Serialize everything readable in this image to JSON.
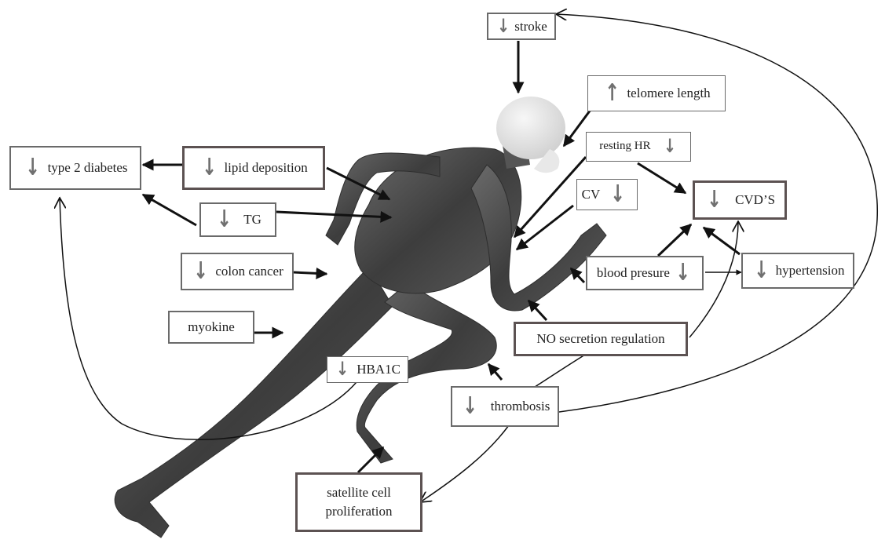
{
  "labels": {
    "stroke": "stroke",
    "telomere": "telomere length",
    "resting_hr": "resting HR",
    "type2": "type 2 diabetes",
    "lipid": "lipid deposition",
    "tg": "TG",
    "cv": "CV",
    "cvds": "CVD’S",
    "colon": "colon cancer",
    "blood_pressure": "blood presure",
    "hypertension": "hypertension",
    "myokine": "myokine",
    "no_secretion": "NO secretion regulation",
    "hba1c": "HBA1C",
    "thrombosis": "thrombosis",
    "satellite_line1": "satellite cell",
    "satellite_line2": "proliferation"
  },
  "directions": {
    "stroke": "↓",
    "telomere": "↑",
    "resting_hr": "↓",
    "type2": "↓",
    "lipid": "↓",
    "tg": "↓",
    "cv": "↓",
    "cvds": "↓",
    "colon": "↓",
    "blood_pressure": "↓",
    "hypertension": "↓",
    "hba1c": "↓",
    "thrombosis": "↓"
  },
  "colors": {
    "box_border": "#6a6a6a",
    "indicator": "#707070",
    "arrow": "#111111",
    "figure_dark": "#4a4a4a",
    "figure_light": "#b8b8b8",
    "head": "#e6e6e6"
  }
}
